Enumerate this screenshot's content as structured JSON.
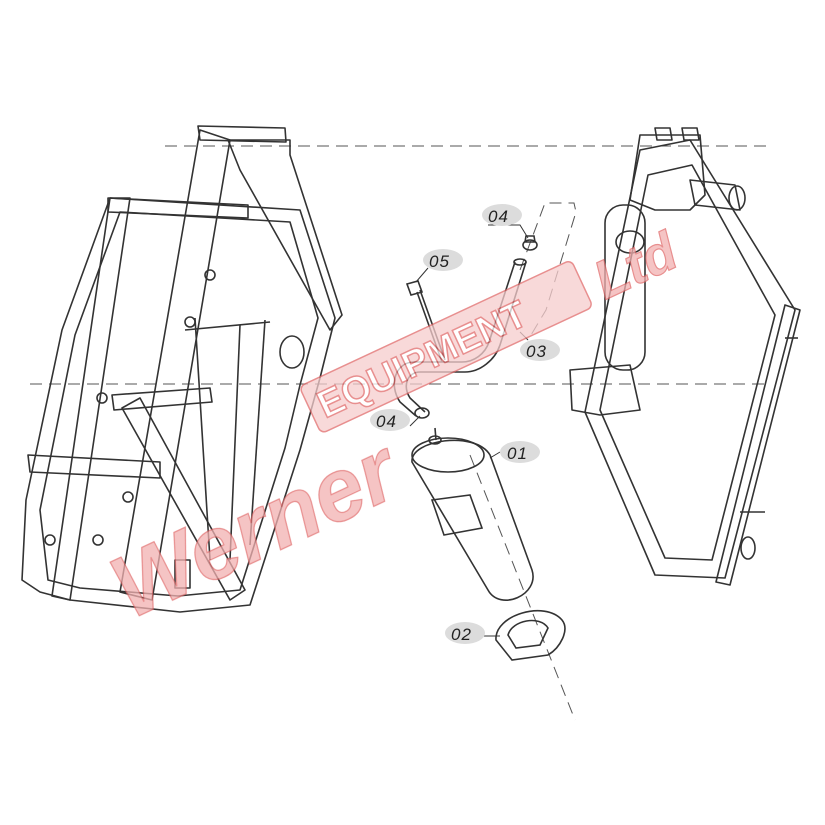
{
  "diagram": {
    "callouts": [
      {
        "id": "p01",
        "label": "01"
      },
      {
        "id": "p02",
        "label": "02"
      },
      {
        "id": "p03",
        "label": "03"
      },
      {
        "id": "p04a",
        "label": "04"
      },
      {
        "id": "p04b",
        "label": "04"
      },
      {
        "id": "p05",
        "label": "05"
      }
    ]
  },
  "watermark": {
    "script_text": "Werner",
    "band_text": "EQUIPMENT",
    "suffix_text": "Ltd"
  },
  "colors": {
    "line": "#333333",
    "dash": "#555555",
    "label_bubble": "#dcdcdc",
    "watermark": "#f2b0b0",
    "watermark_stroke": "#e06a6a"
  }
}
